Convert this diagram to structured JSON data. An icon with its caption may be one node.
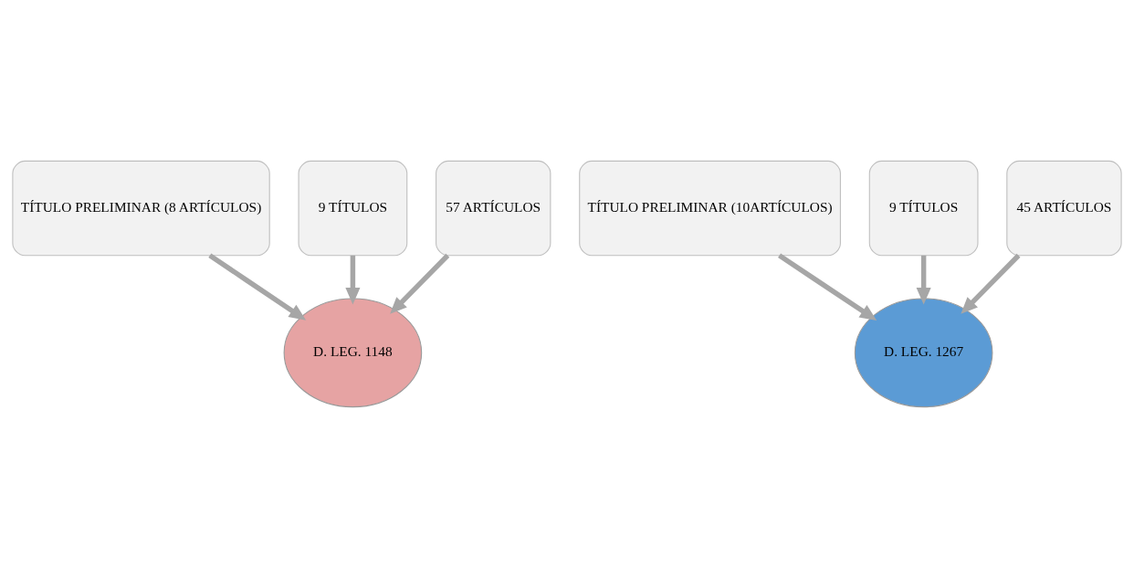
{
  "diagram": {
    "nodes": [
      {
        "text": [
          "TÍTULO PRELIMINAR (8 ARTÍCULOS)"
        ]
      },
      {
        "text": [
          "9 TÍTULOS"
        ]
      },
      {
        "text": [
          "57 ARTÍCULOS"
        ]
      },
      {
        "text": [
          "D. LEG. 1148"
        ]
      },
      {
        "text": [
          "TÍTULO PRELIMINAR (10ARTÍCULOS)"
        ]
      },
      {
        "text": [
          "9 TÍTULOS"
        ]
      },
      {
        "text": [
          "45 ARTÍCULOS"
        ]
      },
      {
        "text": [
          "D. LEG. 1267"
        ]
      }
    ],
    "edges": [
      {
        "from": 0,
        "to": 3,
        "arrow": "to"
      },
      {
        "from": 1,
        "to": 3,
        "arrow": "to"
      },
      {
        "from": 2,
        "to": 3,
        "arrow": "to"
      },
      {
        "from": 4,
        "to": 7,
        "arrow": "to"
      },
      {
        "from": 5,
        "to": 7,
        "arrow": "to"
      },
      {
        "from": 6,
        "to": 7,
        "arrow": "to"
      }
    ]
  }
}
